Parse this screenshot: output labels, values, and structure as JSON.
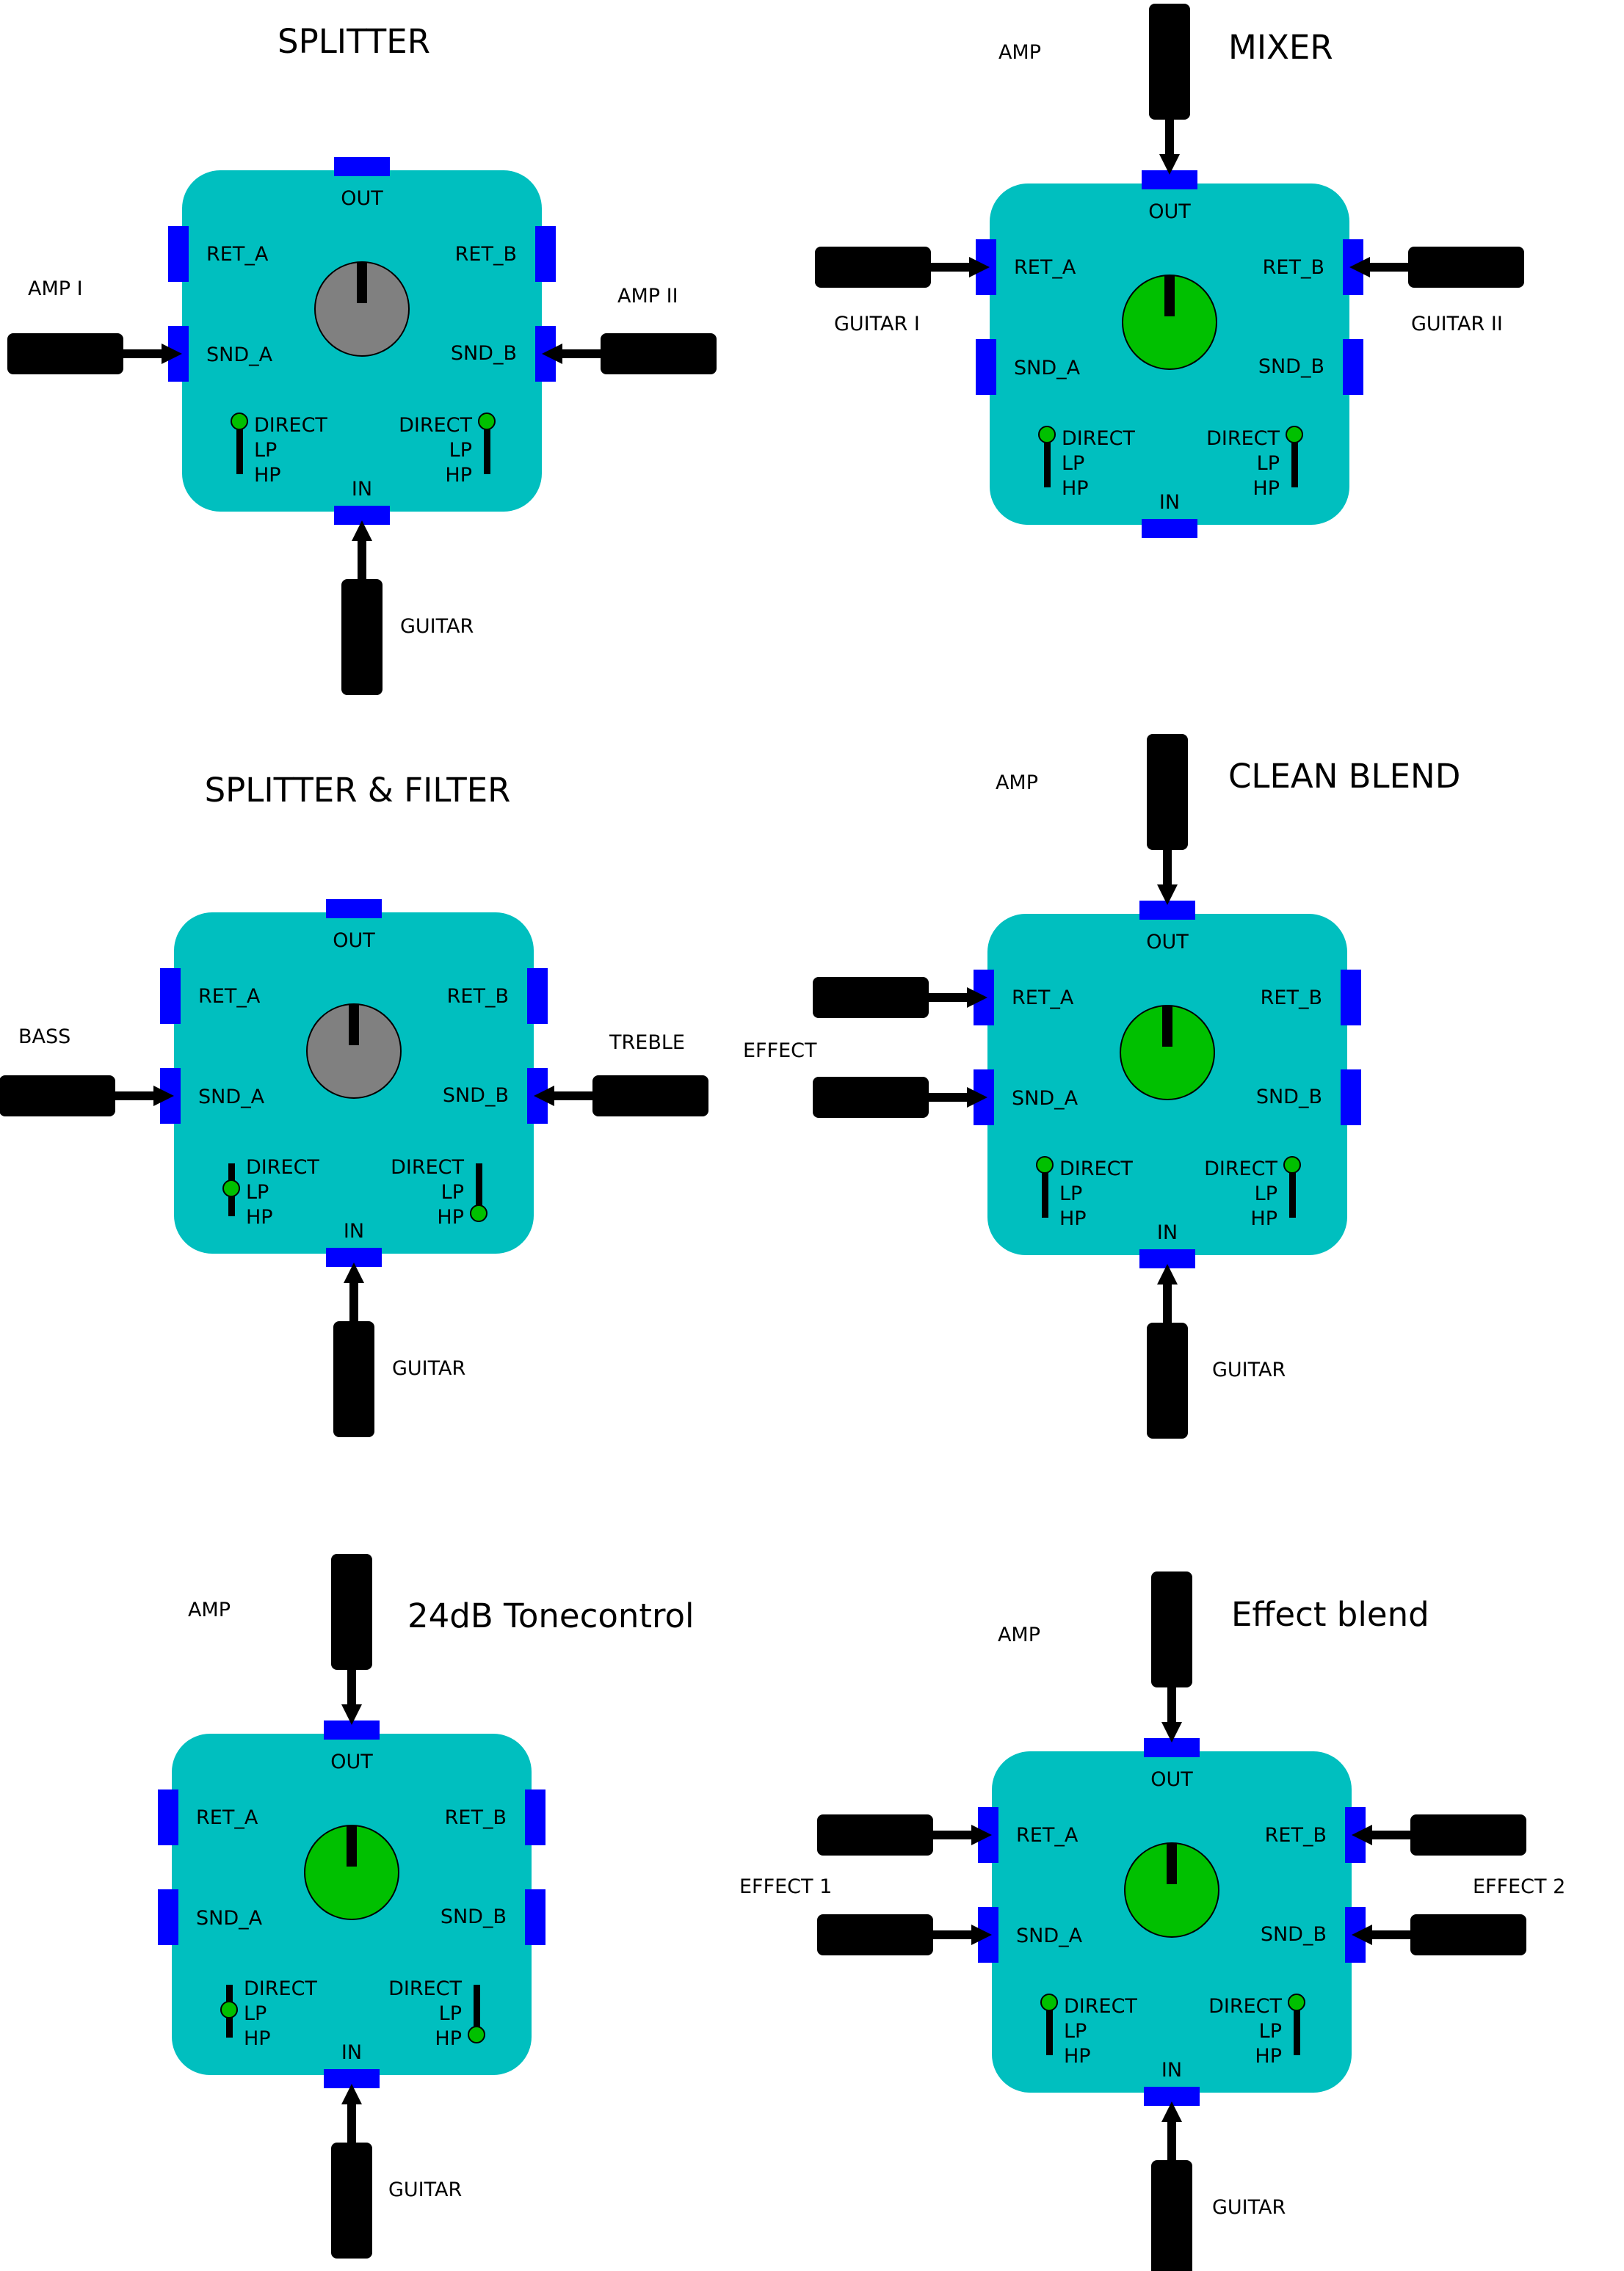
{
  "colors": {
    "pedal_body": "#00bfbf",
    "port": "#0000ff",
    "jack": "#000000",
    "knob_gray": "#808080",
    "knob_green": "#00c000",
    "led_green": "#00c000",
    "text": "#000000"
  },
  "port_labels": {
    "out": "OUT",
    "in": "IN",
    "ret_a": "RET_A",
    "ret_b": "RET_B",
    "snd_a": "SND_A",
    "snd_b": "SND_B"
  },
  "switch_labels": {
    "direct": "DIRECT",
    "lp": "LP",
    "hp": "HP"
  },
  "diagrams": [
    {
      "title": "SPLITTER",
      "knob_color": "gray",
      "left_switch": "direct",
      "right_switch": "direct",
      "jacks": {
        "top": {
          "present": false,
          "label": ""
        },
        "bottom": {
          "present": true,
          "label": "GUITAR"
        },
        "left_ret": {
          "present": false,
          "label": ""
        },
        "left_snd": {
          "present": true,
          "label": "AMP I"
        },
        "right_ret": {
          "present": false,
          "label": ""
        },
        "right_snd": {
          "present": true,
          "label": "AMP II"
        }
      },
      "side_labels": {
        "left": "",
        "right": ""
      }
    },
    {
      "title": "MIXER",
      "knob_color": "green",
      "left_switch": "direct",
      "right_switch": "direct",
      "jacks": {
        "top": {
          "present": true,
          "label": "AMP"
        },
        "bottom": {
          "present": false,
          "label": ""
        },
        "left_ret": {
          "present": true,
          "label": "GUITAR I"
        },
        "left_snd": {
          "present": false,
          "label": ""
        },
        "right_ret": {
          "present": true,
          "label": "GUITAR II"
        },
        "right_snd": {
          "present": false,
          "label": ""
        }
      },
      "side_labels": {
        "left": "",
        "right": ""
      }
    },
    {
      "title": "SPLITTER & FILTER",
      "knob_color": "gray",
      "left_switch": "lp",
      "right_switch": "hp",
      "jacks": {
        "top": {
          "present": false,
          "label": ""
        },
        "bottom": {
          "present": true,
          "label": "GUITAR"
        },
        "left_ret": {
          "present": false,
          "label": ""
        },
        "left_snd": {
          "present": true,
          "label": "BASS"
        },
        "right_ret": {
          "present": false,
          "label": ""
        },
        "right_snd": {
          "present": true,
          "label": "TREBLE"
        }
      },
      "side_labels": {
        "left": "",
        "right": ""
      }
    },
    {
      "title": "CLEAN BLEND",
      "knob_color": "green",
      "left_switch": "direct",
      "right_switch": "direct",
      "jacks": {
        "top": {
          "present": true,
          "label": "AMP"
        },
        "bottom": {
          "present": true,
          "label": "GUITAR"
        },
        "left_ret": {
          "present": true,
          "label": ""
        },
        "left_snd": {
          "present": true,
          "label": ""
        },
        "right_ret": {
          "present": false,
          "label": ""
        },
        "right_snd": {
          "present": false,
          "label": ""
        }
      },
      "side_labels": {
        "left": "EFFECT",
        "right": ""
      }
    },
    {
      "title": "24dB Tonecontrol",
      "knob_color": "green",
      "left_switch": "lp",
      "right_switch": "hp",
      "jacks": {
        "top": {
          "present": true,
          "label": "AMP"
        },
        "bottom": {
          "present": true,
          "label": "GUITAR"
        },
        "left_ret": {
          "present": false,
          "label": ""
        },
        "left_snd": {
          "present": false,
          "label": ""
        },
        "right_ret": {
          "present": false,
          "label": ""
        },
        "right_snd": {
          "present": false,
          "label": ""
        }
      },
      "side_labels": {
        "left": "",
        "right": ""
      }
    },
    {
      "title": "Effect blend",
      "knob_color": "green",
      "left_switch": "direct",
      "right_switch": "direct",
      "jacks": {
        "top": {
          "present": true,
          "label": "AMP"
        },
        "bottom": {
          "present": true,
          "label": "GUITAR"
        },
        "left_ret": {
          "present": true,
          "label": ""
        },
        "left_snd": {
          "present": true,
          "label": ""
        },
        "right_ret": {
          "present": true,
          "label": ""
        },
        "right_snd": {
          "present": true,
          "label": ""
        }
      },
      "side_labels": {
        "left": "EFFECT 1",
        "right": "EFFECT 2"
      }
    }
  ]
}
